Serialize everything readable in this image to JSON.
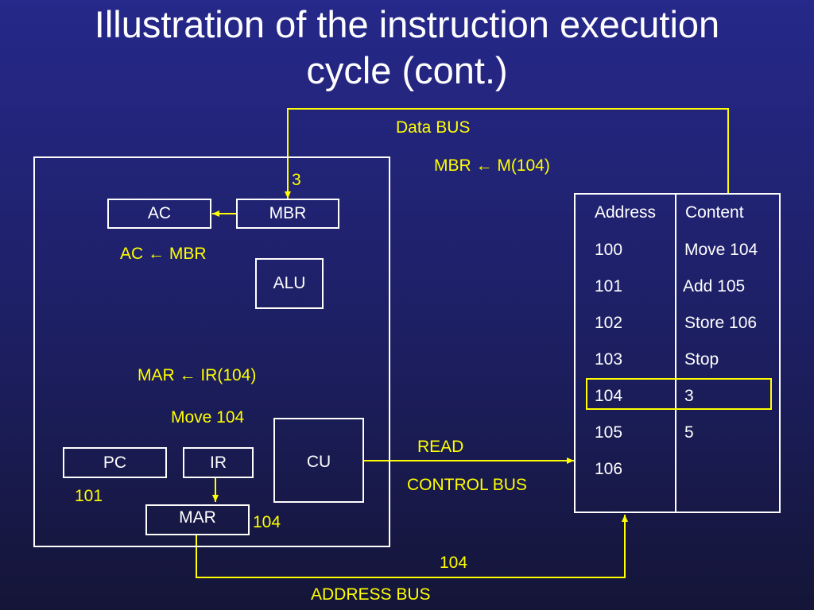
{
  "title": "Illustration of the instruction execution\ncycle (cont.)",
  "colors": {
    "background": "#1d1f63",
    "accent": "#ffff00",
    "line": "#ffffff"
  },
  "cpu": {
    "registers": {
      "ac": "AC",
      "mbr": "MBR",
      "alu": "ALU",
      "pc": "PC",
      "ir": "IR",
      "mar": "MAR",
      "cu": "CU"
    },
    "labels": {
      "mbr_value": "3",
      "ac_transfer": "AC ← MBR",
      "mar_transfer": "MAR ← IR(104)",
      "ir_instruction": "Move 104",
      "pc_value": "101",
      "mar_value": "104"
    }
  },
  "buses": {
    "data_bus": "Data BUS",
    "data_transfer": "MBR ← M(104)",
    "control_signal": "READ",
    "control_bus": "CONTROL BUS",
    "address_value": "104",
    "address_bus": "ADDRESS BUS"
  },
  "memory": {
    "header": {
      "address": "Address",
      "content": "Content"
    },
    "rows": [
      {
        "address": "100",
        "content": "Move 104"
      },
      {
        "address": "101",
        "content": "Add 105"
      },
      {
        "address": "102",
        "content": "Store 106"
      },
      {
        "address": "103",
        "content": "Stop"
      },
      {
        "address": "104",
        "content": "3"
      },
      {
        "address": "105",
        "content": "5"
      },
      {
        "address": "106",
        "content": ""
      }
    ]
  }
}
